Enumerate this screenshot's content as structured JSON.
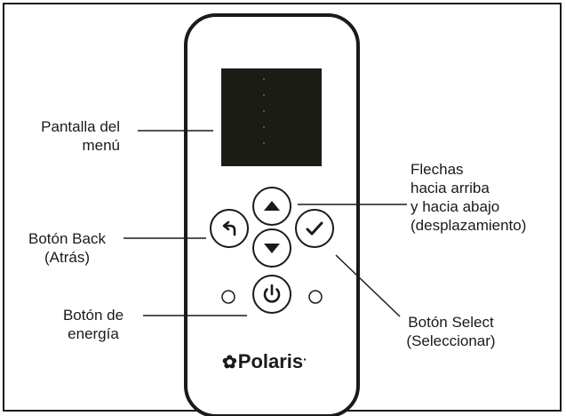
{
  "labels": {
    "menu_screen": [
      "Pantalla del",
      "menú"
    ],
    "arrows": [
      "Flechas",
      "hacia arriba",
      "y hacia abajo",
      "(desplazamiento)"
    ],
    "back_button": [
      "Botón Back",
      "(Atrás)"
    ],
    "power_button": [
      "Botón de",
      "energía"
    ],
    "select_button": [
      "Botón Select",
      "(Seleccionar)"
    ]
  },
  "brand": {
    "logo_text": "Polaris",
    "trademark": "·"
  },
  "icons": {
    "up": "triangle-up-icon",
    "down": "triangle-down-icon",
    "back": "back-arrow-icon",
    "select": "checkmark-icon",
    "power": "power-icon"
  },
  "colors": {
    "screen": "#1c1c17",
    "outline": "#1a1a1a",
    "background": "#ffffff"
  }
}
